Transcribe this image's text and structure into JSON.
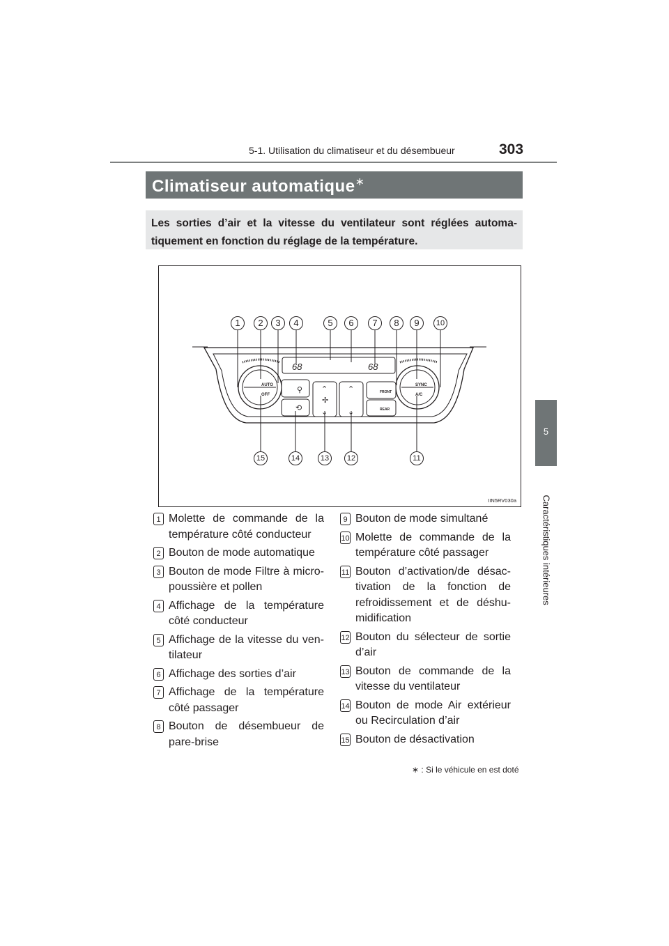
{
  "header": {
    "section_path": "5-1. Utilisation du climatiseur et du désembueur",
    "page_number": "303"
  },
  "side_tab": {
    "chapter_number": "5",
    "chapter_title": "Caractéristiques intérieures"
  },
  "section": {
    "title": "Climatiseur automatique",
    "title_mark": "∗",
    "intro": "Les sorties d’air et la vitesse du ventilateur sont réglées automa­tiquement en fonction du réglage de la température."
  },
  "figure": {
    "code": "IIN5RV030a",
    "panel_labels": {
      "auto": "AUTO",
      "off": "OFF",
      "sync": "SYNC",
      "ac": "A/C",
      "front": "FRONT",
      "rear": "REAR",
      "temp_left": "68",
      "temp_right": "68"
    },
    "callouts_top": [
      "1",
      "2",
      "3",
      "4",
      "5",
      "6",
      "7",
      "8",
      "9",
      "10"
    ],
    "callouts_bottom": [
      "15",
      "14",
      "13",
      "12",
      "11"
    ]
  },
  "legend_left": [
    {
      "num": "1",
      "text": "Molette de commande de la température côté conducteur"
    },
    {
      "num": "2",
      "text": "Bouton de mode automatique"
    },
    {
      "num": "3",
      "text": "Bouton de mode Filtre à micro-poussière et pollen"
    },
    {
      "num": "4",
      "text": "Affichage de la température côté conducteur"
    },
    {
      "num": "5",
      "text": "Affichage de la vitesse du ven­tilateur"
    },
    {
      "num": "6",
      "text": "Affichage des sorties d’air"
    },
    {
      "num": "7",
      "text": "Affichage de la température côté passager"
    },
    {
      "num": "8",
      "text": "Bouton de désembueur de pare-brise"
    }
  ],
  "legend_right": [
    {
      "num": "9",
      "text": "Bouton de mode simultané"
    },
    {
      "num": "10",
      "text": "Molette de commande de la température côté passager"
    },
    {
      "num": "11",
      "text": "Bouton d’activation/de désac­tivation de la fonction de refroidissement et de déshu­midification"
    },
    {
      "num": "12",
      "text": "Bouton du sélecteur de sortie d’air"
    },
    {
      "num": "13",
      "text": "Bouton de commande de la vitesse du ventilateur"
    },
    {
      "num": "14",
      "text": "Bouton de mode Air extérieur ou Recirculation d’air"
    },
    {
      "num": "15",
      "text": "Bouton de désactivation"
    }
  ],
  "footnote": {
    "mark": "∗",
    "text": ": Si le véhicule en est doté"
  }
}
